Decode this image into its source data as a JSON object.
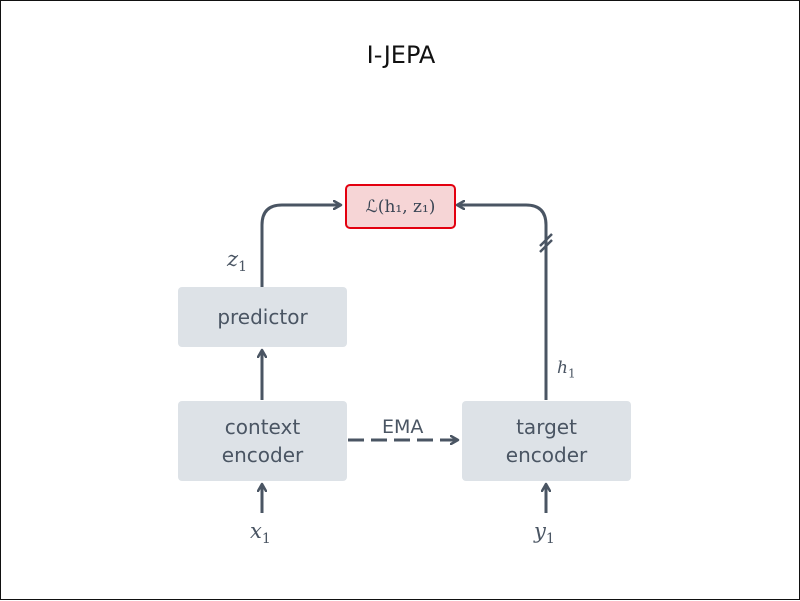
{
  "title": "I-JEPA",
  "nodes": {
    "loss": {
      "label": "ℒ(h₁, z₁)"
    },
    "predictor": {
      "label": "predictor"
    },
    "context_encoder": {
      "line1": "context",
      "line2": "encoder"
    },
    "target_encoder": {
      "line1": "target",
      "line2": "encoder"
    }
  },
  "edge_labels": {
    "ema": "EMA",
    "z": {
      "var": "z",
      "sub": "1"
    },
    "h": {
      "var": "h",
      "sub": "1"
    }
  },
  "inputs": {
    "x": {
      "var": "x",
      "sub": "1"
    },
    "y": {
      "var": "y",
      "sub": "1"
    }
  },
  "colors": {
    "box_fill": "#dde2e7",
    "arrow": "#4a5563",
    "loss_border": "#e3000f",
    "loss_fill": "#f6d5d6"
  }
}
